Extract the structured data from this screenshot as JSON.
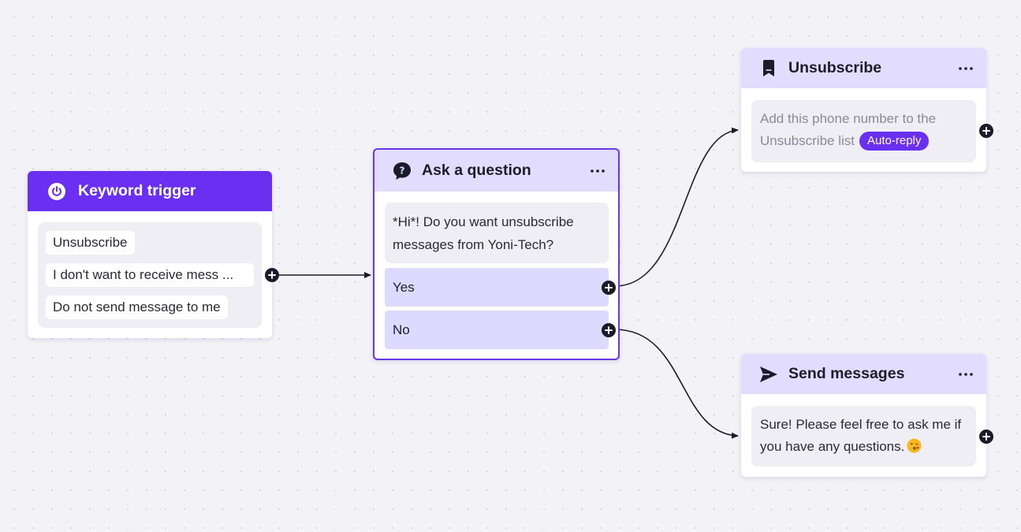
{
  "colors": {
    "accent": "#6a2ff0",
    "header_light": "#e2dcff",
    "answer_bg": "#dedaff",
    "connector": "#1c1b2a"
  },
  "nodes": {
    "trigger": {
      "title": "Keyword trigger",
      "icon": "power-icon",
      "keywords": [
        "Unsubscribe",
        "I don't want to receive mess ...",
        "Do not send message to me"
      ]
    },
    "ask": {
      "title": "Ask a question",
      "icon": "question-bubble-icon",
      "question": "*Hi*! Do you want unsubscribe messages from Yoni-Tech?",
      "answers": [
        "Yes",
        "No"
      ]
    },
    "unsubscribe": {
      "title": "Unsubscribe",
      "icon": "bookmark-icon",
      "text": "Add this phone number to the Unsubscribe list",
      "badge": "Auto-reply"
    },
    "send": {
      "title": "Send messages",
      "icon": "send-icon",
      "text": "Sure! Please feel free to ask me if you have any questions."
    }
  }
}
